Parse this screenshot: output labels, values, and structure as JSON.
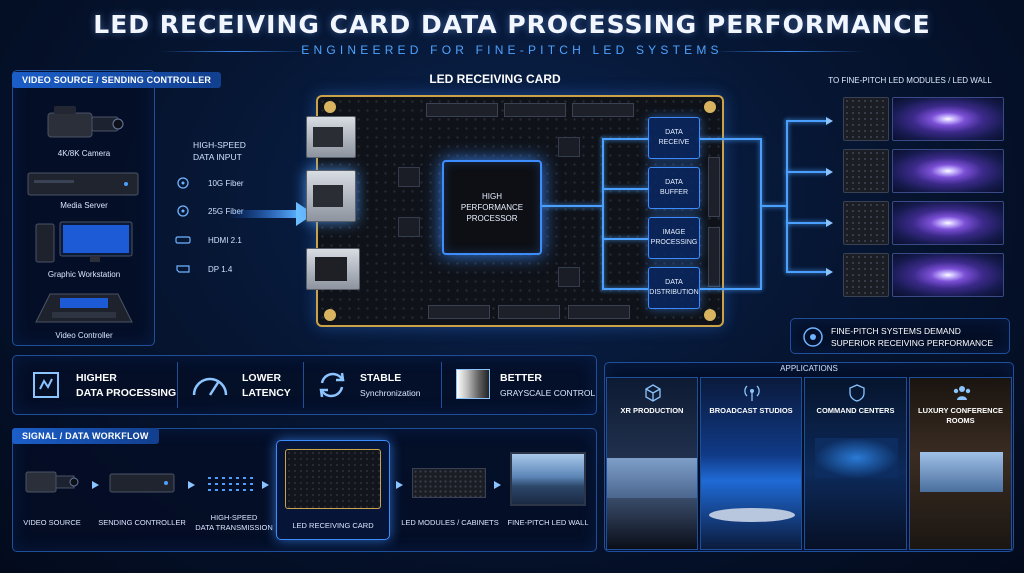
{
  "title": "LED RECEIVING CARD DATA PROCESSING PERFORMANCE",
  "subtitle": "ENGINEERED FOR FINE-PITCH LED SYSTEMS",
  "video_source": {
    "tag": "VIDEO SOURCE / SENDING CONTROLLER",
    "items": [
      {
        "label": "4K/8K Camera",
        "icon": "camera-icon"
      },
      {
        "label": "Media Server",
        "icon": "media-server-icon"
      },
      {
        "label": "Graphic Workstation",
        "icon": "workstation-icon"
      },
      {
        "label": "Video Controller",
        "icon": "video-controller-icon"
      }
    ]
  },
  "inputs": {
    "title_line1": "HIGH-SPEED",
    "title_line2": "DATA INPUT",
    "items": [
      {
        "label": "10G Fiber",
        "icon": "fiber-icon"
      },
      {
        "label": "25G Fiber",
        "icon": "fiber-icon"
      },
      {
        "label": "HDMI 2.1",
        "icon": "hdmi-icon"
      },
      {
        "label": "DP 1.4",
        "icon": "displayport-icon"
      }
    ]
  },
  "card": {
    "title": "LED RECEIVING CARD",
    "processor_line1": "HIGH",
    "processor_line2": "PERFORMANCE",
    "processor_line3": "PROCESSOR",
    "blocks": [
      {
        "line1": "DATA",
        "line2": "RECEIVE"
      },
      {
        "line1": "DATA",
        "line2": "BUFFER"
      },
      {
        "line1": "IMAGE",
        "line2": "PROCESSING"
      },
      {
        "line1": "DATA",
        "line2": "DISTRIBUTION"
      }
    ]
  },
  "output": {
    "title": "TO FINE-PITCH LED MODULES / LED WALL",
    "note_line1": "FINE-PITCH SYSTEMS DEMAND",
    "note_line2": "SUPERIOR RECEIVING PERFORMANCE"
  },
  "features": [
    {
      "line1": "HIGHER",
      "line2": "DATA PROCESSING",
      "icon": "processing-chip-icon"
    },
    {
      "line1": "LOWER",
      "line2": "LATENCY",
      "icon": "gauge-icon"
    },
    {
      "line1": "STABLE",
      "line2": "Synchronization",
      "icon": "sync-icon"
    },
    {
      "line1": "BETTER",
      "line2": "GRAYSCALE CONTROL",
      "icon": "grayscale-icon"
    }
  ],
  "applications": {
    "tag": "APPLICATIONS",
    "items": [
      {
        "label_line1": "XR PRODUCTION",
        "label_line2": "",
        "icon": "cube-icon"
      },
      {
        "label_line1": "BROADCAST STUDIOS",
        "label_line2": "",
        "icon": "broadcast-icon"
      },
      {
        "label_line1": "COMMAND CENTERS",
        "label_line2": "",
        "icon": "shield-icon"
      },
      {
        "label_line1": "LUXURY CONFERENCE",
        "label_line2": "ROOMS",
        "icon": "people-icon"
      }
    ]
  },
  "workflow": {
    "tag": "SIGNAL / DATA WORKFLOW",
    "steps": [
      {
        "line1": "VIDEO SOURCE",
        "line2": ""
      },
      {
        "line1": "SENDING CONTROLLER",
        "line2": ""
      },
      {
        "line1": "HIGH-SPEED",
        "line2": "DATA TRANSMISSION"
      },
      {
        "line1": "LED RECEIVING CARD",
        "line2": ""
      },
      {
        "line1": "LED MODULES / CABINETS",
        "line2": ""
      },
      {
        "line1": "FINE-PITCH LED WALL",
        "line2": ""
      }
    ]
  }
}
